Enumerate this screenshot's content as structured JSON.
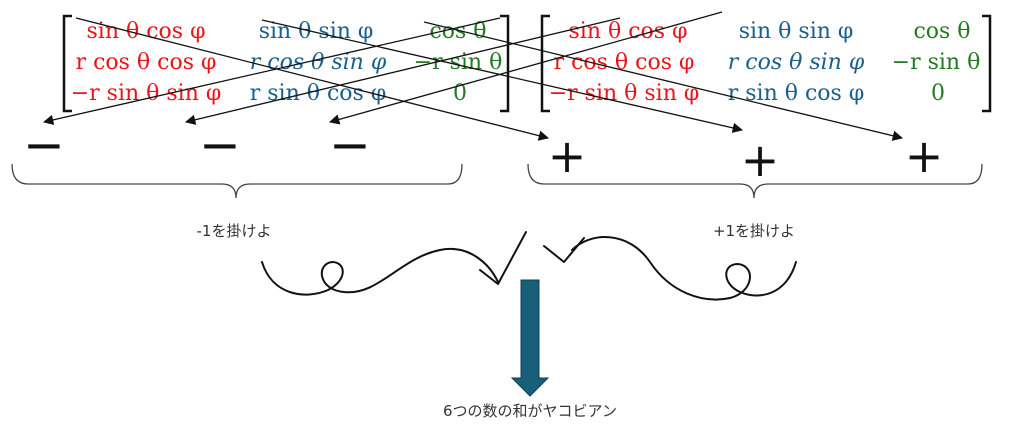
{
  "colors": {
    "col1": "#e8141b",
    "col2": "#1a5f8c",
    "col3": "#237a24",
    "ink": "#111111",
    "arrow": "#1a5f7a"
  },
  "matrix": {
    "rows": [
      [
        "sin θ cos φ",
        "sin θ sin φ",
        "cos θ"
      ],
      [
        "r cos θ cos φ",
        "r cos θ sin φ",
        "−r sin θ"
      ],
      [
        "−r sin θ sin φ",
        "r sin θ cos φ",
        "0"
      ]
    ]
  },
  "signs": {
    "minus": "−",
    "plus": "+"
  },
  "labels": {
    "left": "-1を掛けよ",
    "right": "+1を掛けよ",
    "bottom": "6つの数の和がヤコビアン"
  }
}
